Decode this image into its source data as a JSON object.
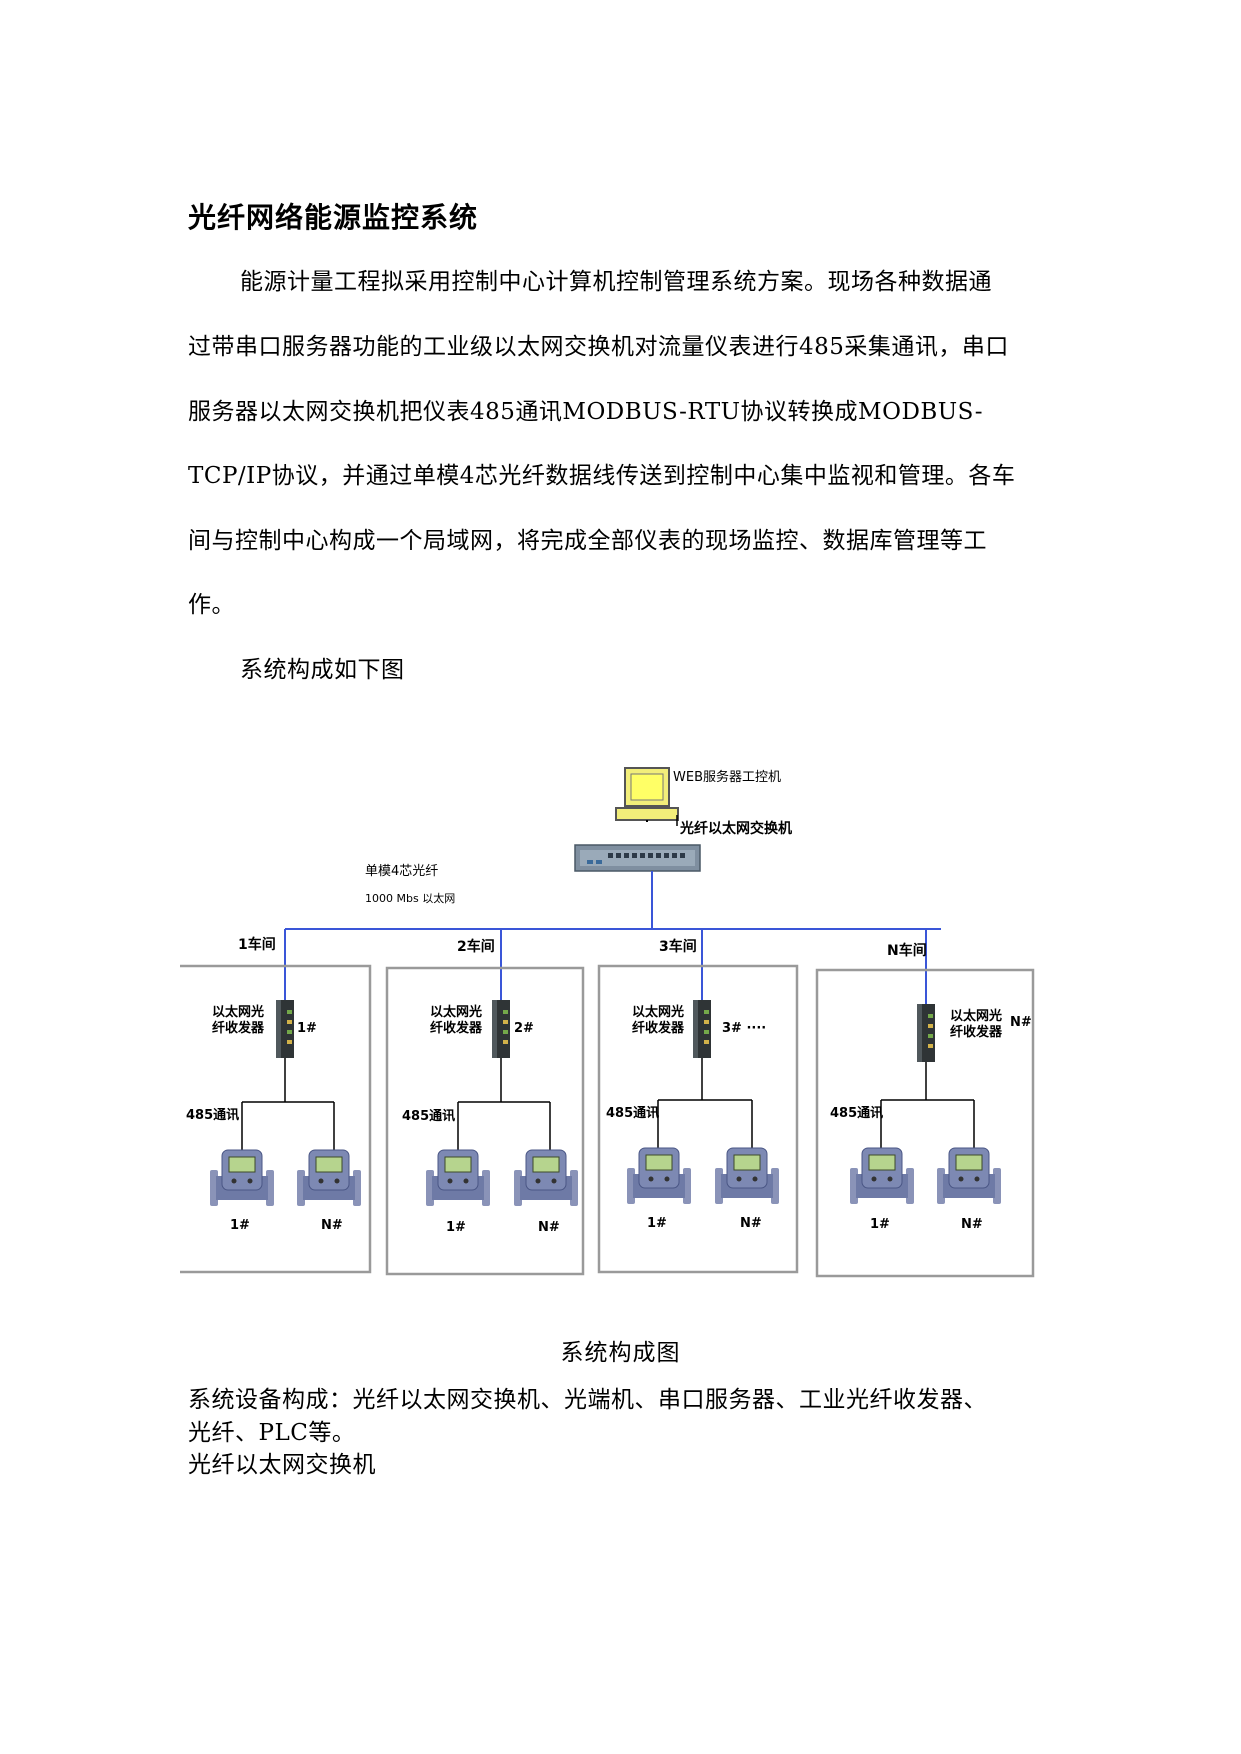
{
  "title": "光纤网络能源监控系统",
  "paragraph_lines": [
    "能源计量工程拟采用控制中心计算机控制管理系统方案。现场各种数据通",
    "过带串口服务器功能的工业级以太网交换机对流量仪表进行485采集通讯，串口",
    "服务器以太网交换机把仪表485通讯MODBUS-RTU协议转换成MODBUS-",
    "TCP/IP协议，并通过单模4芯光纤数据线传送到控制中心集中监视和管理。各车",
    "间与控制中心构成一个局域网，将完成全部仪表的现场监控、数据库管理等工",
    "作。"
  ],
  "figure_intro": "系统构成如下图",
  "diagram": {
    "web_server_label": "WEB服务器工控机",
    "switch_label": "光纤以太网交换机",
    "fiber_label": "单模4芯光纤",
    "speed_label": "1000 Mbs 以太网",
    "transceiver_line1": "以太网光",
    "transceiver_line2": "纤收发器",
    "comm_label": "485通讯",
    "meter_first": "1#",
    "meter_last": "N#",
    "workshops": [
      {
        "name": "1车间",
        "device_no": "1#"
      },
      {
        "name": "2车间",
        "device_no": "2#"
      },
      {
        "name": "3车间",
        "device_no": "3# ····"
      },
      {
        "name": "N车间",
        "device_no": "N#"
      }
    ]
  },
  "figure_caption": "系统构成图",
  "equipment_lines": [
    "系统设备构成：光纤以太网交换机、光端机、串口服务器、工业光纤收发器、",
    "光纤、PLC等。"
  ],
  "section_heading": "光纤以太网交换机"
}
